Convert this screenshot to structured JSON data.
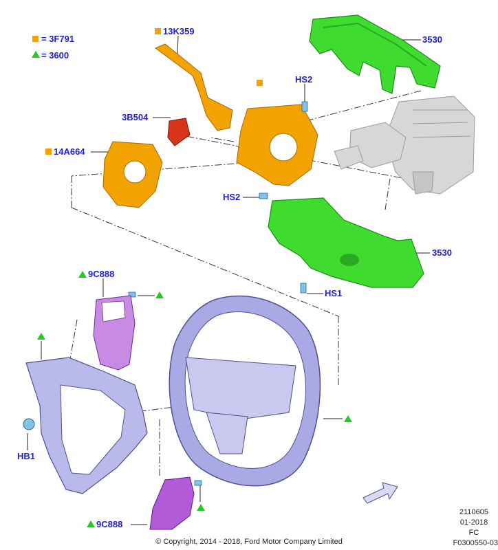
{
  "legend": [
    {
      "symbol": "square",
      "text": "= 3F791"
    },
    {
      "symbol": "triangle",
      "text": "= 3600"
    }
  ],
  "labels": {
    "p13k359": "13K359",
    "p3530_top": "3530",
    "hs2_top": "HS2",
    "p3b504": "3B504",
    "p14a664": "14A664",
    "hs2_mid": "HS2",
    "p3530_bottom": "3530",
    "hs1": "HS1",
    "p9c888_top": "9C888",
    "hb1": "HB1",
    "p9c888_bottom": "9C888"
  },
  "meta": {
    "code": "2110605",
    "date": "01-2018",
    "region": "FC",
    "figure": "F0300550-03"
  },
  "copyright": "© Copyright, 2014 - 2018, Ford Motor Company Limited",
  "colors": {
    "orange": "#f2a300",
    "green": "#22cc22",
    "label_blue": "#1f1fd0",
    "shroud_green": "#3fdc2f",
    "wheel_lavender": "#a9a9e6",
    "switch_purple": "#b35ad9",
    "column_gray": "#d7d7d7",
    "red_part": "#d9341a"
  }
}
